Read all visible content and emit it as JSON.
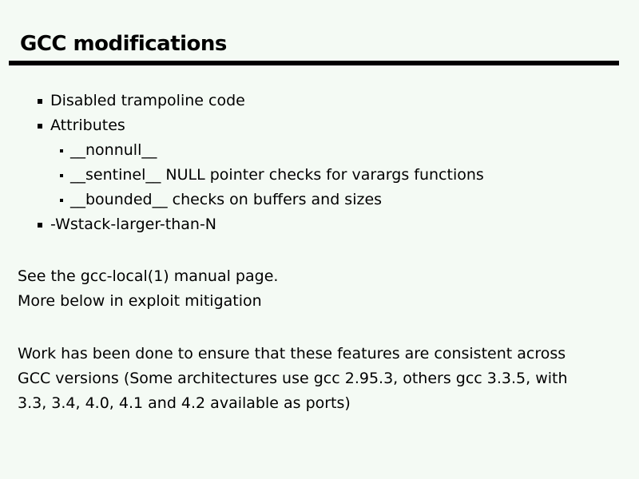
{
  "slide": {
    "title": "GCC modifications",
    "bullets": [
      {
        "level": 1,
        "text": "Disabled trampoline code"
      },
      {
        "level": 1,
        "text": "Attributes"
      },
      {
        "level": 2,
        "text": "__nonnull__"
      },
      {
        "level": 2,
        "text": "__sentinel__ NULL pointer checks for varargs functions"
      },
      {
        "level": 2,
        "text": "__bounded__ checks on buffers and sizes"
      },
      {
        "level": 1,
        "text": "-Wstack-larger-than-N"
      }
    ],
    "notes": [
      "See the gcc-local(1) manual page.",
      "More below in exploit mitigation"
    ],
    "paragraph_lines": [
      "Work has been done to ensure that these features are consistent across",
      "GCC versions (Some architectures use gcc 2.95.3, others gcc 3.3.5, with",
      "3.3, 3.4, 4.0, 4.1 and 4.2 available as ports)"
    ],
    "colors": {
      "background": "#f4faf4",
      "text": "#000000",
      "rule": "#000000"
    }
  }
}
